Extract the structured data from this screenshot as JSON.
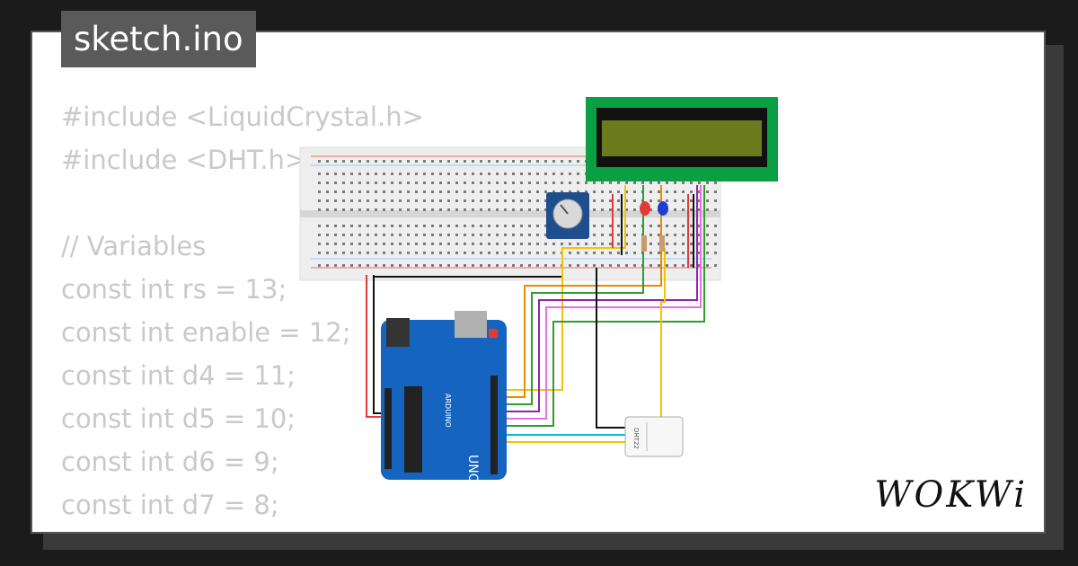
{
  "file_tab": {
    "label": "sketch.ino"
  },
  "code": {
    "lines": [
      "#include <LiquidCrystal.h>",
      "#include <DHT.h>",
      "",
      "// Variables",
      "const int rs = 13;",
      "const int enable = 12;",
      "const int d4 = 11;",
      "const int d5 = 10;",
      "const int d6 = 9;",
      "const int d7 = 8;"
    ]
  },
  "brand": {
    "logo_text": "WOKWi"
  },
  "circuit": {
    "arduino": {
      "name": "UNO",
      "maker": "ARDUINO"
    },
    "sensor": {
      "model": "DHT22"
    },
    "colors": {
      "board": "#1565c0",
      "lcd_frame": "#0b9f43",
      "lcd_screen": "#6b7a1d",
      "breadboard": "#eeeeee",
      "wire_red": "#e53935",
      "wire_black": "#111111",
      "wire_yellow": "#f2c500",
      "wire_green": "#2e9d2e",
      "wire_orange": "#ef8a00",
      "wire_purple": "#8e24aa",
      "wire_pink": "#e570e5",
      "wire_cyan": "#00bcd4"
    }
  }
}
